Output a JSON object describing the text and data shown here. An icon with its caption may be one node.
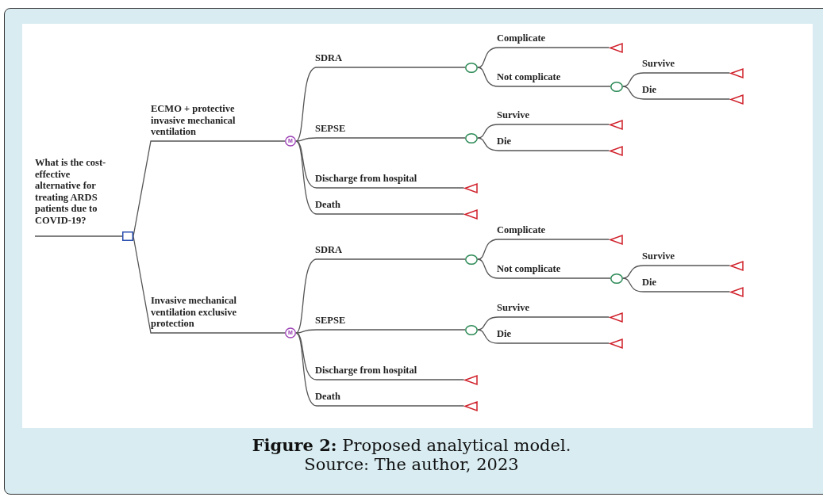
{
  "diagram": {
    "caption": "**Figure 2:** Proposed analytical model.",
    "nodes": [
      {
        "text": [],
        "shape": "box"
      },
      {
        "text": [
          "M"
        ]
      },
      {
        "text": [],
        "shape": "circle"
      },
      {
        "text": [],
        "shape": "triangle"
      },
      {
        "text": [],
        "shape": "circle"
      },
      {
        "text": [],
        "shape": "triangle"
      },
      {
        "text": [],
        "shape": "triangle"
      },
      {
        "text": [],
        "shape": "circle"
      },
      {
        "text": [],
        "shape": "triangle"
      },
      {
        "text": [],
        "shape": "triangle"
      },
      {
        "text": [],
        "shape": "triangle"
      },
      {
        "text": [],
        "shape": "triangle"
      },
      {
        "text": [
          "M"
        ]
      },
      {
        "text": [],
        "shape": "circle"
      },
      {
        "text": [],
        "shape": "triangle"
      },
      {
        "text": [],
        "shape": "circle"
      },
      {
        "text": [],
        "shape": "triangle"
      },
      {
        "text": [],
        "shape": "triangle"
      },
      {
        "text": [],
        "shape": "circle"
      },
      {
        "text": [],
        "shape": "triangle"
      },
      {
        "text": [],
        "shape": "triangle"
      },
      {
        "text": [],
        "shape": "triangle"
      },
      {
        "text": [],
        "shape": "triangle"
      }
    ],
    "edges": [
      {
        "from": null,
        "to": 0,
        "arrow": "none",
        "label": "What is the cost-effective alternative for treating ARDS patients due to COVID-19?"
      },
      {
        "from": 0,
        "to": 1,
        "arrow": "none",
        "label": "ECMO + protective invasive mechanical ventilation"
      },
      {
        "from": 0,
        "to": 12,
        "arrow": "none",
        "label": "Invasive mechanical ventilation exclusive protection"
      },
      {
        "from": 1,
        "to": 2,
        "arrow": "none",
        "label": "SDRA"
      },
      {
        "from": 2,
        "to": 3,
        "arrow": "none",
        "label": "Complicate"
      },
      {
        "from": 2,
        "to": 4,
        "arrow": "none",
        "label": "Not complicate"
      },
      {
        "from": 4,
        "to": 5,
        "arrow": "none",
        "label": "Survive"
      },
      {
        "from": 4,
        "to": 6,
        "arrow": "none",
        "label": "Die"
      },
      {
        "from": 1,
        "to": 7,
        "arrow": "none",
        "label": "SEPSE"
      },
      {
        "from": 7,
        "to": 8,
        "arrow": "none",
        "label": "Survive"
      },
      {
        "from": 7,
        "to": 9,
        "arrow": "none",
        "label": "Die"
      },
      {
        "from": 1,
        "to": 10,
        "arrow": "none",
        "label": "Discharge from hospital"
      },
      {
        "from": 1,
        "to": 11,
        "arrow": "none",
        "label": "Death"
      },
      {
        "from": 12,
        "to": 13,
        "arrow": "none",
        "label": "SDRA"
      },
      {
        "from": 13,
        "to": 14,
        "arrow": "none",
        "label": "Complicate"
      },
      {
        "from": 13,
        "to": 15,
        "arrow": "none",
        "label": "Not complicate"
      },
      {
        "from": 15,
        "to": 16,
        "arrow": "none",
        "label": "Survive"
      },
      {
        "from": 15,
        "to": 17,
        "arrow": "none",
        "label": "Die"
      },
      {
        "from": 12,
        "to": 18,
        "arrow": "none",
        "label": "SEPSE"
      },
      {
        "from": 18,
        "to": 19,
        "arrow": "none",
        "label": "Survive"
      },
      {
        "from": 18,
        "to": 20,
        "arrow": "none",
        "label": "Die"
      },
      {
        "from": 12,
        "to": 21,
        "arrow": "none",
        "label": "Discharge from hospital"
      },
      {
        "from": 12,
        "to": 22,
        "arrow": "none",
        "label": "Death"
      }
    ],
    "labels": [
      "Source: The author, 2023"
    ]
  }
}
